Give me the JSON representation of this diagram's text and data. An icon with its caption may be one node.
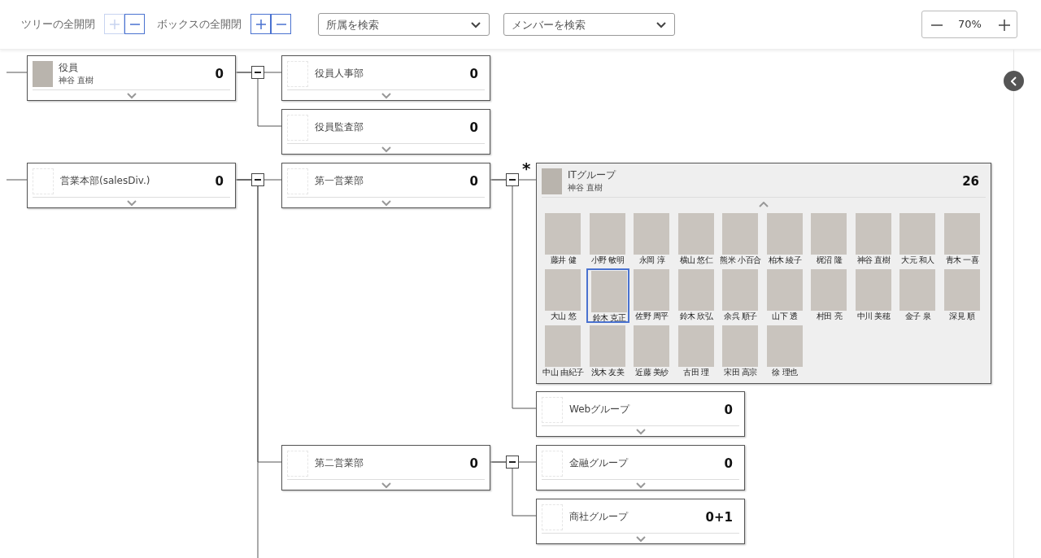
{
  "diagram": {
    "nodes": [
      {
        "text": [
          "役員",
          "神谷 直樹",
          "0"
        ]
      },
      {
        "text": [
          "役員人事部",
          "0"
        ]
      },
      {
        "text": [
          "役員監査部",
          "0"
        ]
      },
      {
        "text": [
          "営業本部(salesDiv.)",
          "0"
        ]
      },
      {
        "text": [
          "第一営業部",
          "0"
        ]
      },
      {
        "text": [
          "ITグループ",
          "神谷 直樹",
          "26"
        ]
      },
      {
        "text": [
          "藤井 健"
        ],
        "in": 5
      },
      {
        "text": [
          "小野 敏明"
        ],
        "in": 5
      },
      {
        "text": [
          "永岡 淳"
        ],
        "in": 5
      },
      {
        "text": [
          "横山 悠仁"
        ],
        "in": 5
      },
      {
        "text": [
          "熊米 小百合"
        ],
        "in": 5
      },
      {
        "text": [
          "柏木 綾子"
        ],
        "in": 5
      },
      {
        "text": [
          "梶沼 隆"
        ],
        "in": 5
      },
      {
        "text": [
          "神谷 直樹"
        ],
        "in": 5
      },
      {
        "text": [
          "大元 和人"
        ],
        "in": 5
      },
      {
        "text": [
          "青木 一喜"
        ],
        "in": 5
      },
      {
        "text": [
          "大山 悠"
        ],
        "in": 5
      },
      {
        "text": [
          "鈴木 克正"
        ],
        "in": 5
      },
      {
        "text": [
          "佐野 周平"
        ],
        "in": 5
      },
      {
        "text": [
          "鈴木 欣弘"
        ],
        "in": 5
      },
      {
        "text": [
          "余呉 順子"
        ],
        "in": 5
      },
      {
        "text": [
          "山下 透"
        ],
        "in": 5
      },
      {
        "text": [
          "村田 亮"
        ],
        "in": 5
      },
      {
        "text": [
          "中川 美穂"
        ],
        "in": 5
      },
      {
        "text": [
          "金子 泉"
        ],
        "in": 5
      },
      {
        "text": [
          "深見 順"
        ],
        "in": 5
      },
      {
        "text": [
          "中山 由紀子"
        ],
        "in": 5
      },
      {
        "text": [
          "浅木 友美"
        ],
        "in": 5
      },
      {
        "text": [
          "近藤 美紗"
        ],
        "in": 5
      },
      {
        "text": [
          "古田 理"
        ],
        "in": 5
      },
      {
        "text": [
          "宋田 高宗"
        ],
        "in": 5
      },
      {
        "text": [
          "徐 理也"
        ],
        "in": 5
      },
      {
        "text": [
          "Webグループ",
          "0"
        ]
      },
      {
        "text": [
          "第二営業部",
          "0"
        ]
      },
      {
        "text": [
          "金融グループ",
          "0"
        ]
      },
      {
        "text": [
          "商社グループ",
          "0+1"
        ]
      }
    ],
    "edges": [
      {
        "from": null,
        "to": 0,
        "arrow": "none"
      },
      {
        "from": 0,
        "to": 1,
        "arrow": "none"
      },
      {
        "from": 0,
        "to": 2,
        "arrow": "none"
      },
      {
        "from": null,
        "to": 3,
        "arrow": "none"
      },
      {
        "from": 3,
        "to": 4,
        "arrow": "none"
      },
      {
        "from": 3,
        "to": 33,
        "arrow": "none"
      },
      {
        "from": 3,
        "to": null,
        "arrow": "none"
      },
      {
        "from": 4,
        "to": 5,
        "arrow": "none"
      },
      {
        "from": 4,
        "to": 32,
        "arrow": "none"
      },
      {
        "from": 33,
        "to": 34,
        "arrow": "none"
      },
      {
        "from": 33,
        "to": 35,
        "arrow": "none"
      }
    ],
    "labels": [
      "ツリーの全開閉",
      "ボックスの全開閉",
      "所属を検索",
      "メンバーを検索",
      "70%",
      "*"
    ]
  }
}
